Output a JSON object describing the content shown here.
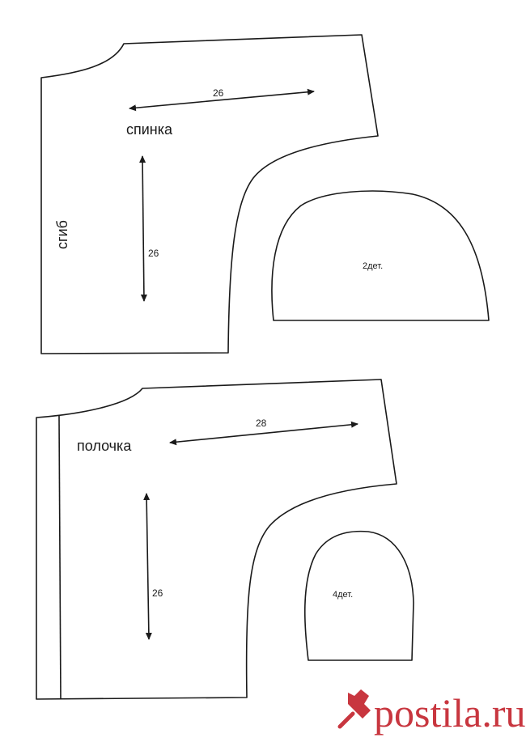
{
  "back_piece": {
    "label": "спинка",
    "fold_label": "сгиб",
    "width_dim": "26",
    "length_dim": "26"
  },
  "back_sleeve": {
    "count_label": "2дет."
  },
  "front_piece": {
    "label": "полочка",
    "width_dim": "28",
    "length_dim": "26"
  },
  "front_sleeve": {
    "count_label": "4дет."
  },
  "watermark": {
    "text": "postila.ru"
  },
  "colors": {
    "line": "#1a1a1a",
    "brand": "#c8363f"
  }
}
